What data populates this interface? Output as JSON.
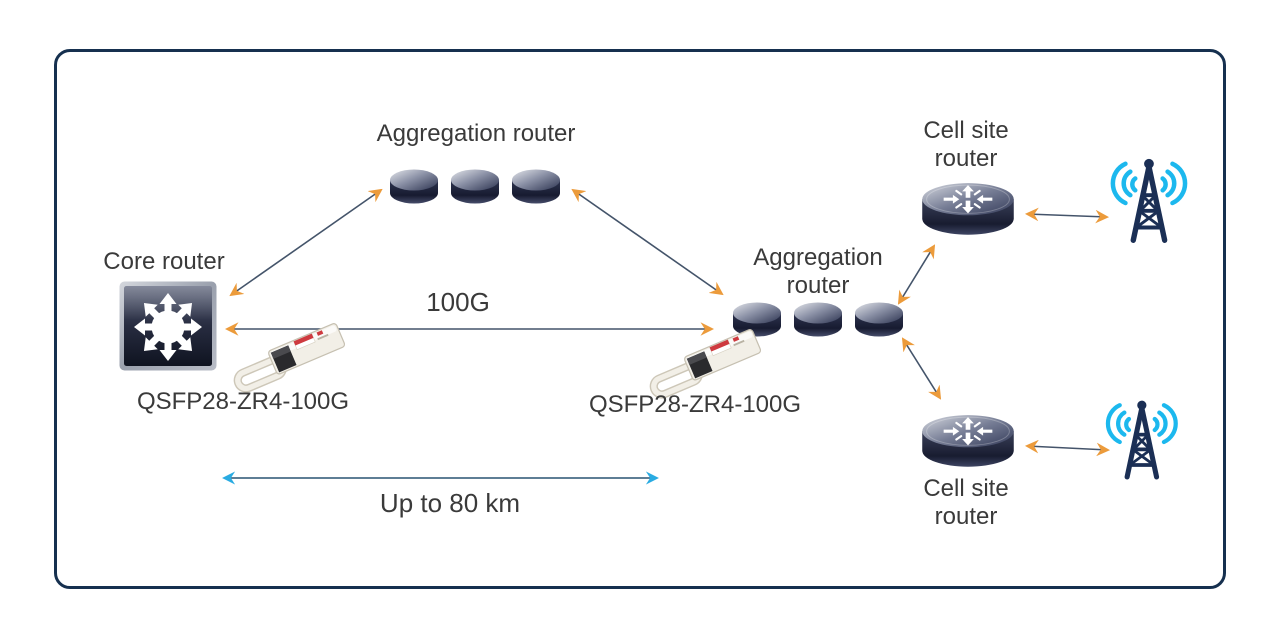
{
  "nodes": {
    "core_router": {
      "label": "Core router"
    },
    "aggregation_router_top": {
      "label": "Aggregation router"
    },
    "aggregation_router_right": {
      "line1": "Aggregation",
      "line2": "router"
    },
    "cell_site_router_top": {
      "line1": "Cell site",
      "line2": "router"
    },
    "cell_site_router_bottom": {
      "line1": "Cell site",
      "line2": "router"
    },
    "transceiver_left": {
      "label": "QSFP28-ZR4-100G"
    },
    "transceiver_right": {
      "label": "QSFP28-ZR4-100G"
    }
  },
  "links": {
    "bandwidth_label": "100G",
    "distance_label": "Up to 80 km"
  },
  "icons": {
    "core_router": "core-router-cube-with-8-arrows",
    "aggregation_router": "three-stacked-disks",
    "cell_site_router": "router-cylinder-with-arrows",
    "cell_tower": "lattice-tower-with-radio-waves",
    "transceiver": "qsfp-pluggable-optic-module",
    "connector_arrow": "orange-double-headed-arrow",
    "distance_arrow": "cyan-double-headed-arrow"
  },
  "colors": {
    "frame_navy": "#16304F",
    "connector_slate": "#44546A",
    "arrowhead_orange": "#EC9B3B",
    "distance_line": "#5E7E95",
    "distance_arrowhead_cyan": "#29ABE2",
    "tower_navy": "#1B2F55",
    "radio_wave_cyan": "#1CB8EE",
    "label_text": "#3A3A3A"
  }
}
